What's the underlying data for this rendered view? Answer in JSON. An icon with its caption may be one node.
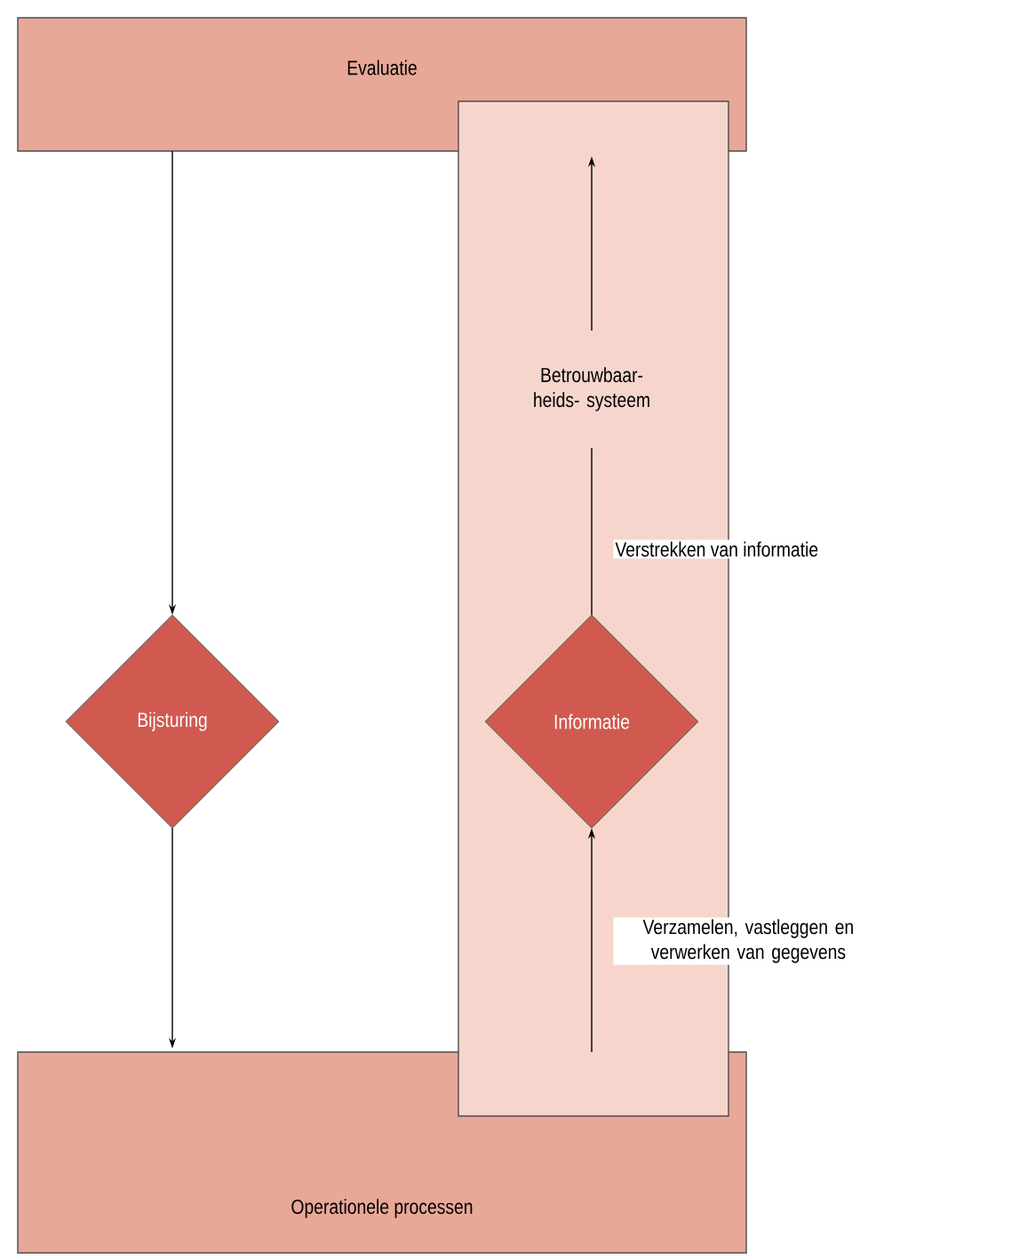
{
  "diagram": {
    "nodes": [
      {
        "text": [
          "Evaluatie"
        ]
      },
      {
        "text": [],
        "shape": "box"
      },
      {
        "text": [
          "Betrouwbaar- heids- systeem"
        ],
        "in": 1
      },
      {
        "text": [
          "Bijsturing"
        ]
      },
      {
        "text": [
          "Informatie"
        ],
        "in": 1
      },
      {
        "text": [
          "Operationele processen"
        ]
      }
    ],
    "edges": [
      {
        "from": 0,
        "to": 3,
        "arrow": "to"
      },
      {
        "from": 3,
        "to": 5,
        "arrow": "to"
      },
      {
        "from": 5,
        "to": 4,
        "arrow": "to",
        "label": "Verzamelen, vastleggen en verwerken van gegevens"
      },
      {
        "from": 4,
        "to": 2,
        "arrow": "none",
        "label": "Verstrekken van informatie"
      },
      {
        "from": 2,
        "to": 0,
        "arrow": "to"
      }
    ]
  }
}
